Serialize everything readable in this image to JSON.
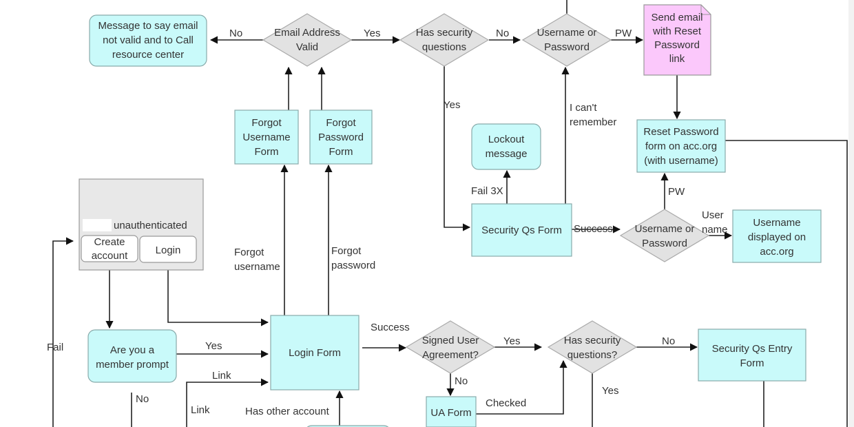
{
  "colors": {
    "process_fill": "#c9fafa",
    "decision_fill": "#e2e2e2",
    "document_fill": "#fbc8fb",
    "screen_fill": "#e8e8e8"
  },
  "nodes": {
    "msg_email_invalid": [
      "Message to say email",
      "not valid and to Call",
      "resource center"
    ],
    "email_valid": [
      "Email Address",
      "Valid"
    ],
    "has_sec_q_top": [
      "Has security",
      "questions"
    ],
    "user_or_pw_top": [
      "Username or",
      "Password"
    ],
    "send_email": [
      "Send email",
      "with Reset",
      "Password",
      "link"
    ],
    "reset_pw_form": [
      "Reset Password",
      "form on acc.org",
      "(with username)"
    ],
    "forgot_user_form": [
      "Forgot",
      "Username",
      "Form"
    ],
    "forgot_pw_form": [
      "Forgot",
      "Password",
      "Form"
    ],
    "lockout": [
      "Lockout",
      "message"
    ],
    "sec_q_form": [
      "Security Qs Form"
    ],
    "user_or_pw_mid": [
      "Username or",
      "Password"
    ],
    "username_displayed": [
      "Username",
      "displayed on",
      "acc.org"
    ],
    "unauth_screen": [
      "unauthenticated"
    ],
    "create_account": [
      "Create",
      "account"
    ],
    "login_btn": [
      "Login"
    ],
    "member_prompt": [
      "Are you a",
      "member prompt"
    ],
    "login_form": [
      "Login Form"
    ],
    "signed_ua": [
      "Signed User",
      "Agreement?"
    ],
    "ua_form": [
      "UA Form"
    ],
    "has_sec_q_bottom": [
      "Has security",
      "questions?"
    ],
    "sec_q_entry": [
      "Security Qs Entry",
      "Form"
    ]
  },
  "edge_labels": {
    "email_no": "No",
    "email_yes": "Yes",
    "secq_no": "No",
    "pw_top": "PW",
    "secq_yes": "Yes",
    "cant_remember": [
      "I can't",
      "remember"
    ],
    "fail3x": "Fail 3X",
    "success_mid": "Success",
    "pw_mid": "PW",
    "user_name": [
      "User",
      "name"
    ],
    "fail": "Fail",
    "member_yes": "Yes",
    "link1": "Link",
    "member_no": "No",
    "link2": "Link",
    "forgot_username": [
      "Forgot",
      "username"
    ],
    "forgot_password": [
      "Forgot",
      "password"
    ],
    "has_other_account": "Has other account",
    "login_success": "Success",
    "ua_yes": "Yes",
    "ua_no": "No",
    "checked": "Checked",
    "secq2_no": "No",
    "secq2_yes": "Yes"
  }
}
